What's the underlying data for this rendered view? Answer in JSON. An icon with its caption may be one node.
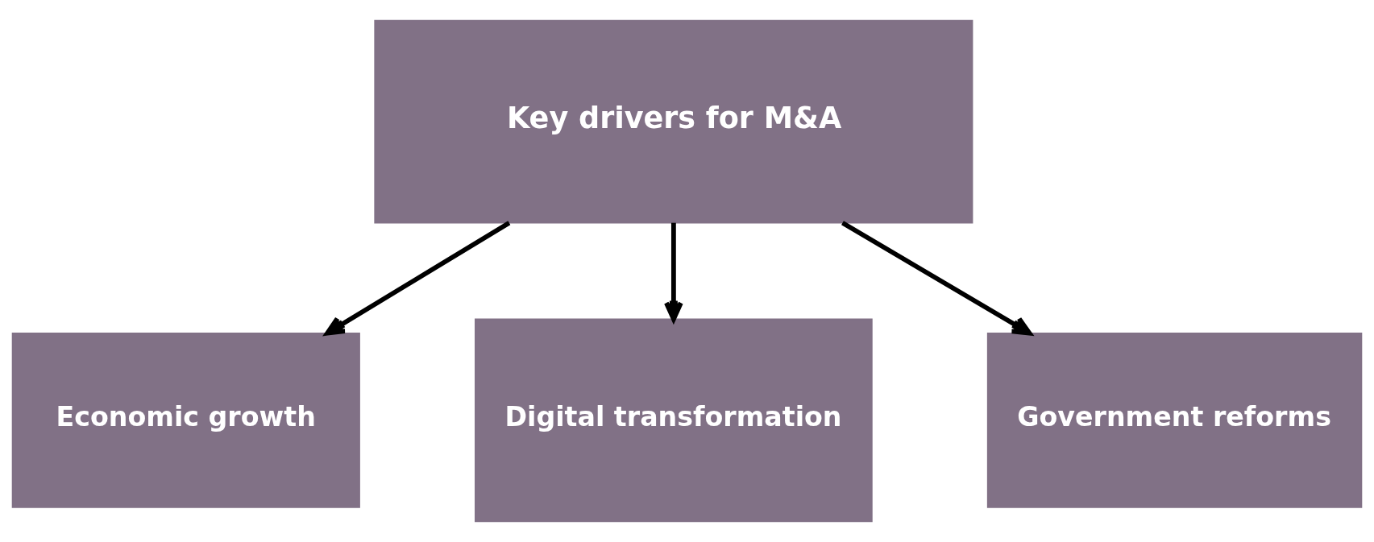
{
  "diagram": {
    "nodes": [
      {
        "text": [
          "Key drivers for M&A"
        ]
      },
      {
        "text": [
          "Economic growth"
        ]
      },
      {
        "text": [
          "Digital transformation"
        ]
      },
      {
        "text": [
          "Government reforms"
        ]
      }
    ],
    "edges": [
      {
        "from": 0,
        "to": 1,
        "arrow": "to"
      },
      {
        "from": 0,
        "to": 2,
        "arrow": "to"
      },
      {
        "from": 0,
        "to": 3,
        "arrow": "to"
      }
    ]
  }
}
